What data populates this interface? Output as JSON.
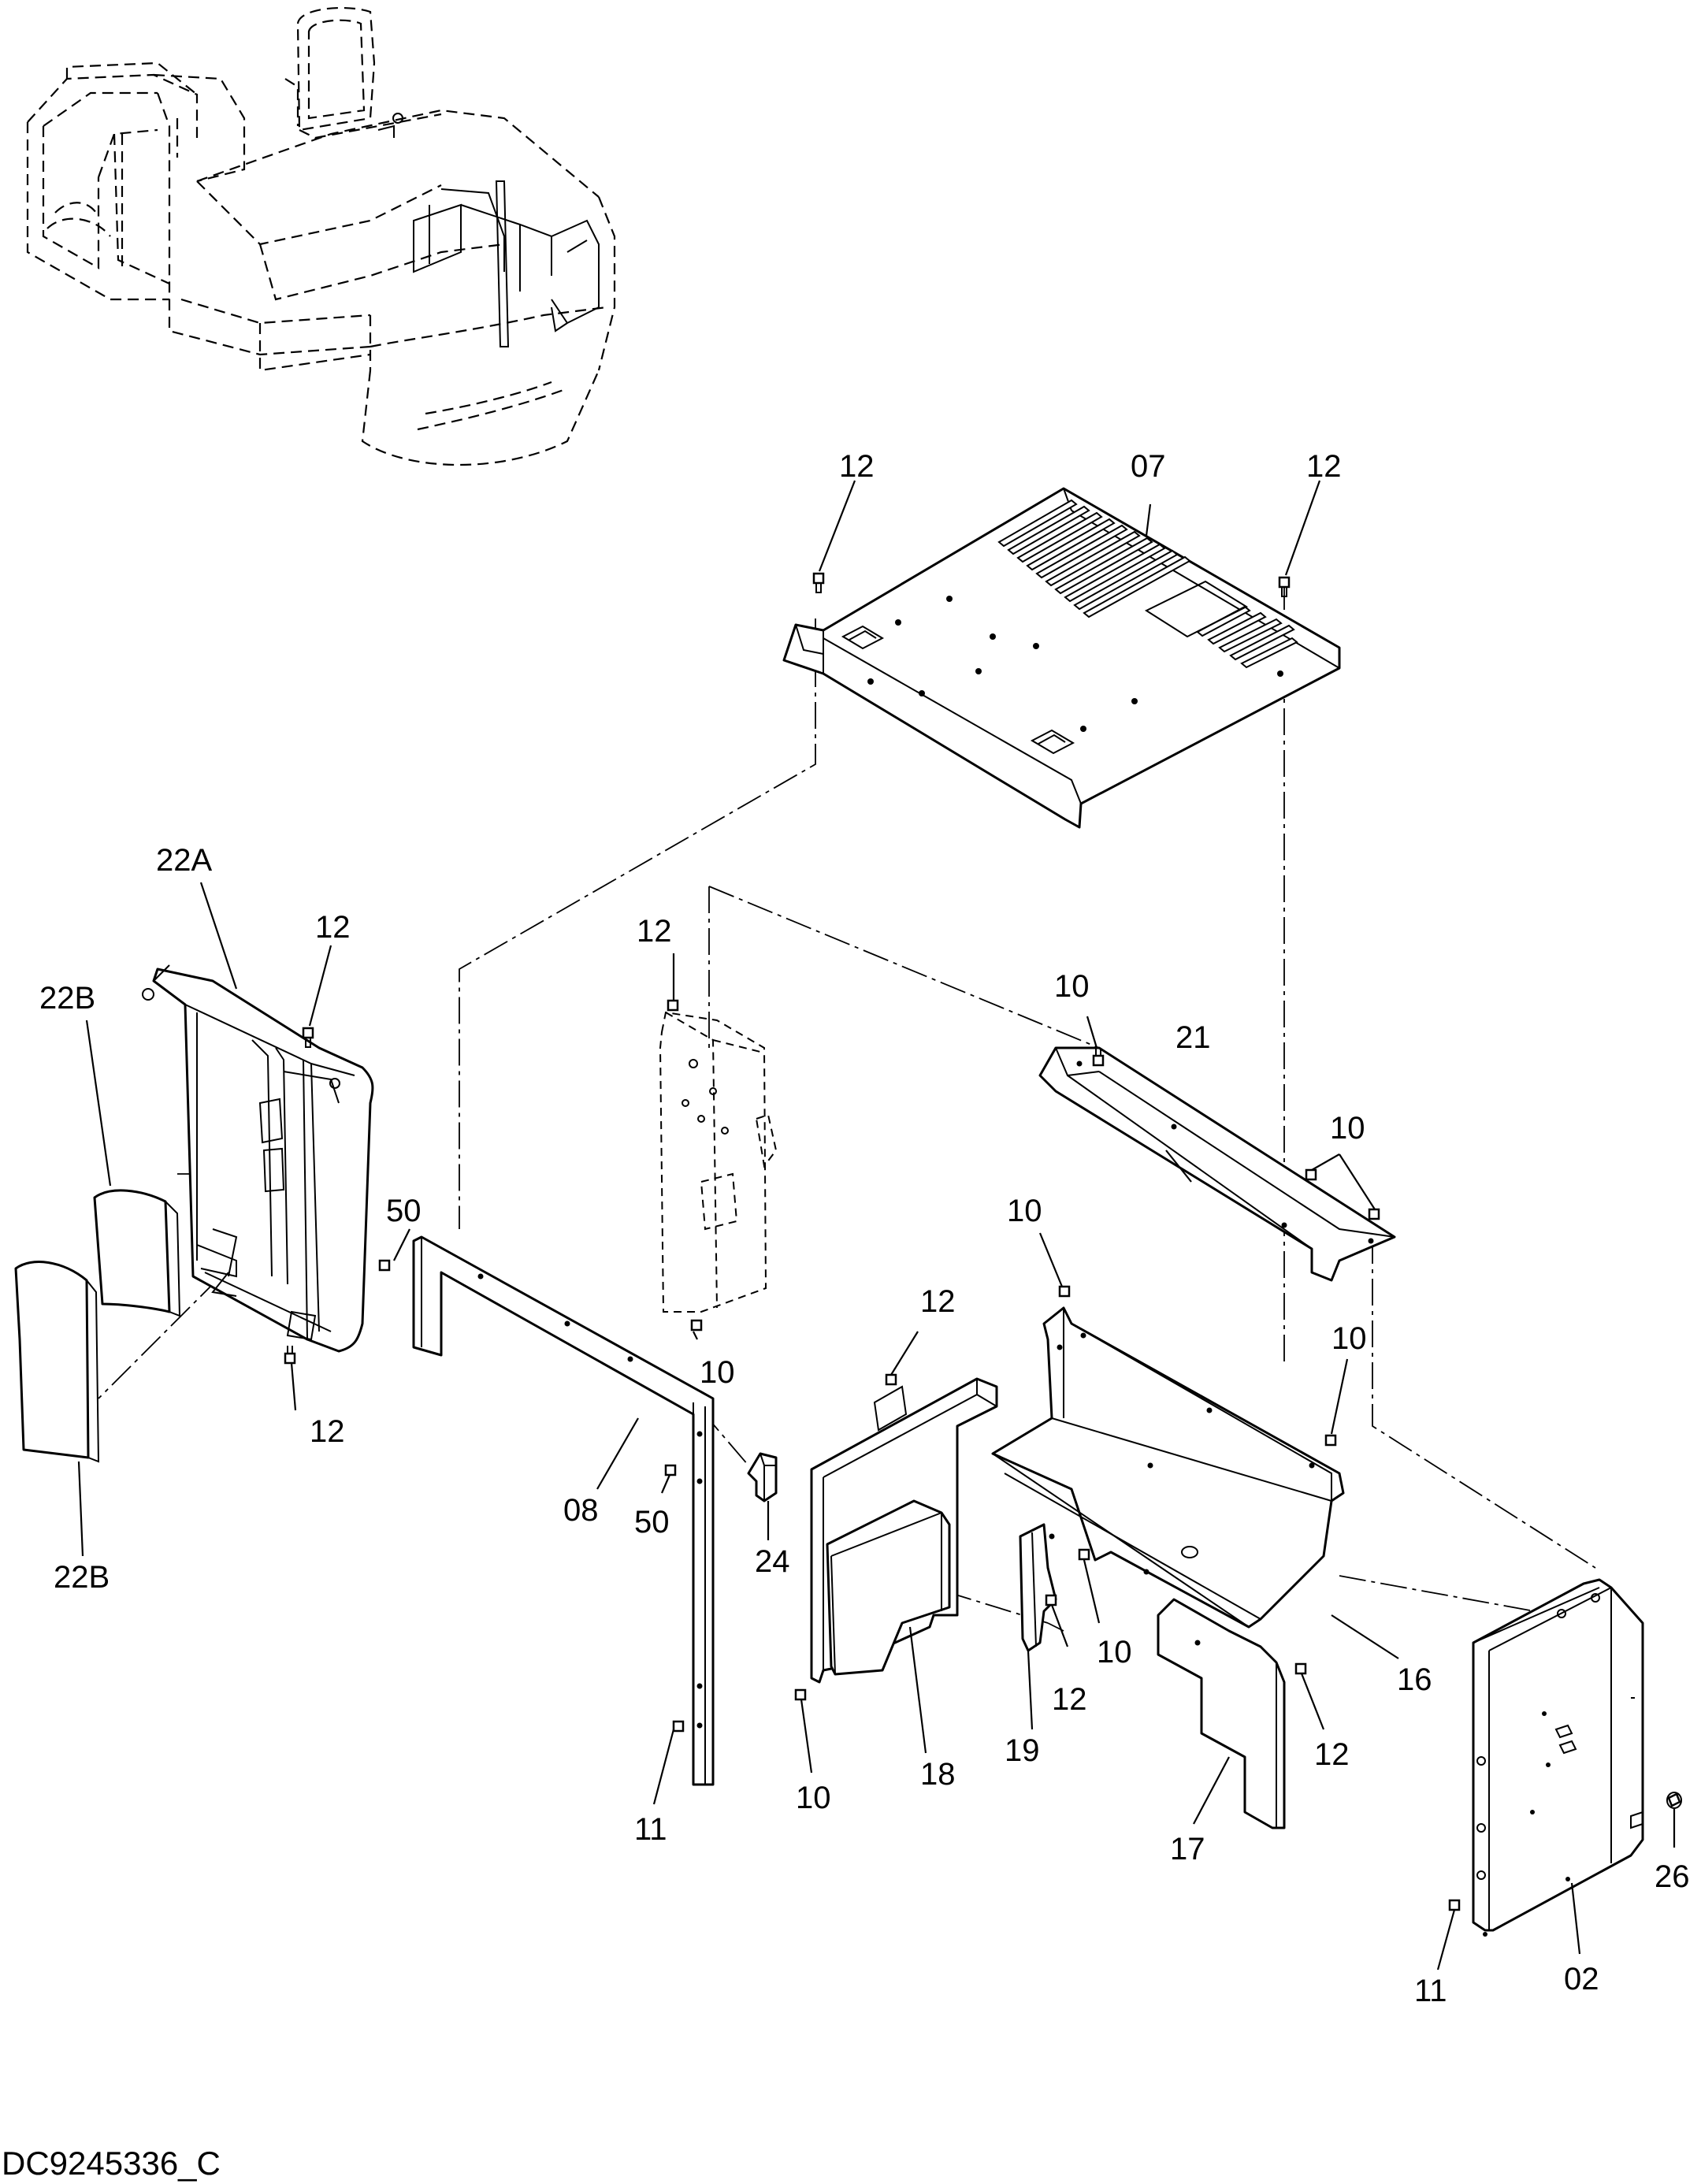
{
  "diagram": {
    "document_id": "DC9245336_C",
    "callouts": {
      "c07": "07",
      "c12_top_left": "12",
      "c12_top_right": "12",
      "c22A": "22A",
      "c22B_upper": "22B",
      "c22B_lower": "22B",
      "c12_shroud_top": "12",
      "c12_shroud_bottom": "12",
      "c50_upper": "50",
      "c50_lower": "50",
      "c08": "08",
      "c11_left": "11",
      "c24": "24",
      "c12_plate": "12",
      "c10_plate": "10",
      "c10_bracket21": "10",
      "c21": "21",
      "c10_bracket21_right": "10",
      "c10_cover16_top": "10",
      "c10_cover16_right": "10",
      "c12_panel18": "12",
      "c10_panel18_bottom": "10",
      "c18": "18",
      "c19": "19",
      "c12_part19": "12",
      "c10_part19": "10",
      "c16": "16",
      "c17": "17",
      "c12_part17": "12",
      "c26": "26",
      "c02": "02",
      "c11_right": "11"
    }
  }
}
